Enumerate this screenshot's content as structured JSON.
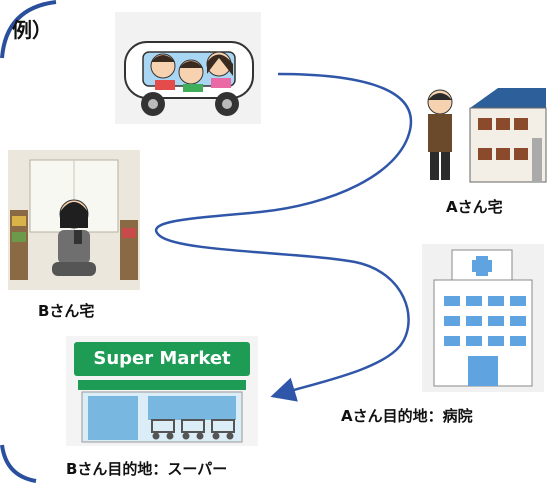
{
  "corner_label": "例）",
  "labels": {
    "a_home": "Aさん宅",
    "b_home": "Bさん宅",
    "a_destination": "Aさん目的地：病院",
    "b_destination": "Bさん目的地：スーパー"
  },
  "supermarket_sign": "Super Market",
  "colors": {
    "route_line": "#2f56a8",
    "frame_border": "#2a4f9c",
    "market_green": "#1e9c55",
    "hospital_blue": "#5fa3e0"
  }
}
